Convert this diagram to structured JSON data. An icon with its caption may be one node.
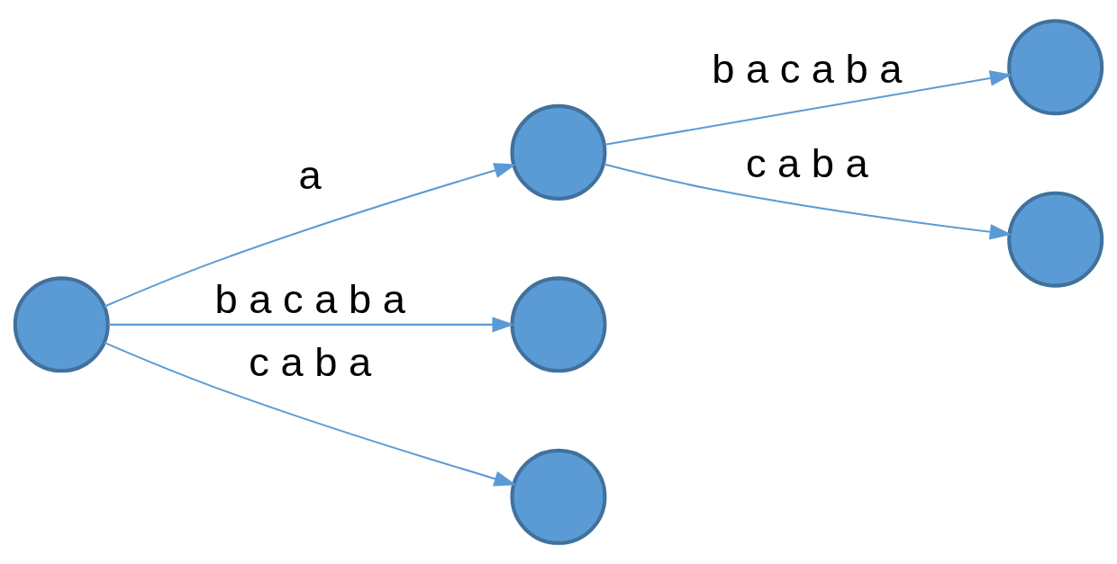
{
  "diagram": {
    "nodes": [
      {
        "text": [],
        "shape": "circle"
      },
      {
        "text": [],
        "shape": "circle"
      },
      {
        "text": [],
        "shape": "circle"
      },
      {
        "text": [],
        "shape": "circle"
      },
      {
        "text": [],
        "shape": "circle"
      },
      {
        "text": [],
        "shape": "circle"
      }
    ],
    "edges": [
      {
        "from": 0,
        "to": 1,
        "label": "a",
        "arrow": "to"
      },
      {
        "from": 1,
        "to": 2,
        "label": "b a c a b a",
        "arrow": "to"
      },
      {
        "from": 1,
        "to": 3,
        "label": "c a b a",
        "arrow": "to"
      },
      {
        "from": 0,
        "to": 4,
        "label": "b a c a b a",
        "arrow": "to"
      },
      {
        "from": 0,
        "to": 5,
        "label": "c a b a",
        "arrow": "to"
      }
    ]
  }
}
